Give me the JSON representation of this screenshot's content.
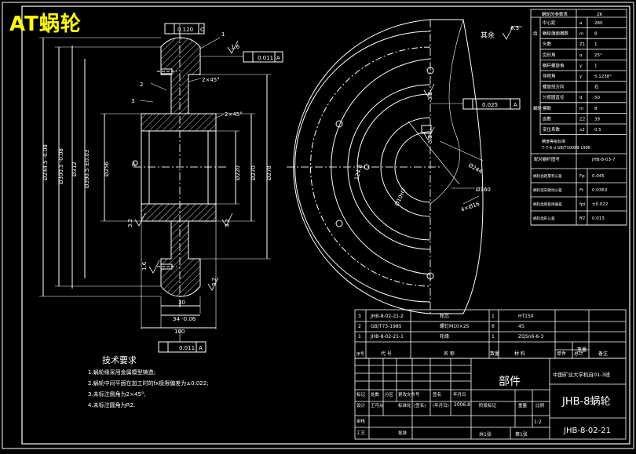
{
  "watermark": "AT蜗轮",
  "drawing": {
    "surface_finish_rest": "其余",
    "roughness_rest": "6.3",
    "leaders": [
      "1",
      "2",
      "3"
    ],
    "callouts": {
      "ra_top": "1.6",
      "cyl_tol": "0.120",
      "cyl_ref": "C",
      "pos_tol": "0.011",
      "pos_ref": "A",
      "bot_tol": "0.011",
      "bot_ref": "A",
      "chamfer1": "2×45°",
      "chamfer2": "2×45°",
      "hub_ra_left": "3.2",
      "hub_ra_right": "3.2",
      "rim_ra_left": "1.6",
      "rim_ra_right": "3.2",
      "right_pos_tol": "0.025",
      "right_pos_ref": "A",
      "right_ra_1": "3.2",
      "right_ra_2": "3.2"
    },
    "dims_vertical": [
      "Ø244.5 -0.08",
      "Ø300.5 -0.08",
      "Ø312",
      "Ø390.5 ±0.03",
      "Ø256",
      "Ø220",
      "Ø270",
      "Ø278"
    ],
    "dims_horizontal": [
      "30",
      "34 -0.06",
      "100"
    ],
    "dims_right": [
      "Ø160",
      "Ø244",
      "4×Ø16",
      "Ø10H7",
      "124.8"
    ]
  },
  "param_table": {
    "title": "蜗轮的参数表",
    "title_value": "ZK",
    "rows": [
      {
        "group": "",
        "name": "中心距",
        "sym": "a",
        "value": "280"
      },
      {
        "group": "齿",
        "name": "蜗轮端面模数",
        "sym": "m",
        "value": "8"
      },
      {
        "group": "",
        "name": "头数",
        "sym": "Z1",
        "value": "1"
      },
      {
        "group": "",
        "name": "齿形角",
        "sym": "α",
        "value": "25°"
      },
      {
        "group": "",
        "name": "蜗杆螺旋角",
        "sym": "γ",
        "value": "1"
      },
      {
        "group": "",
        "name": "导程角",
        "sym": "γ",
        "value": "5.1238°"
      },
      {
        "group": "",
        "name": "螺旋线方向",
        "sym": "",
        "value": "右"
      },
      {
        "group": "",
        "name": "分度圆直径",
        "sym": "d",
        "value": "50"
      },
      {
        "group": "蜗轮",
        "name": "模数",
        "sym": "m",
        "value": "8"
      },
      {
        "group": "",
        "name": "齿数",
        "sym": "Z2",
        "value": "39"
      },
      {
        "group": "",
        "name": "变位系数",
        "sym": "x2",
        "value": "0.5"
      }
    ],
    "accuracy_label": "精度等级标准",
    "accuracy_value": "7-7-6 d GB/T10089-1998",
    "pair_label": "配对蜗杆图号",
    "pair_value": "JHB-8-03-7",
    "tol_rows": [
      {
        "name": "蜗轮齿距累积公差",
        "sym": "Fp",
        "value": "0.045"
      },
      {
        "name": "蜗轮径向跳动公差",
        "sym": "Fr",
        "value": "0.0363"
      },
      {
        "name": "蜗轮齿距极限偏差",
        "sym": "fpt",
        "value": "±0.022"
      },
      {
        "name": "蜗轮齿形公差",
        "sym": "ff2",
        "value": "0.013"
      }
    ]
  },
  "tech_requirements": {
    "title": "技术要求",
    "items": [
      "1.蜗轮缘采用金属模型铸造;",
      "2.蜗轮中间平面在加工时的fx极限偏差为±0.022;",
      "3.未标注倒角为2×45°;",
      "4.未标注圆角为R2."
    ]
  },
  "bom": {
    "rows": [
      {
        "no": "3",
        "code": "JHB-8-02-21-2",
        "name": "轮芯",
        "qty": "1",
        "material": "HT150",
        "note": ""
      },
      {
        "no": "2",
        "code": "GB/T73-1985",
        "name": "螺钉M10×25",
        "qty": "6",
        "material": "45",
        "note": ""
      },
      {
        "no": "1",
        "code": "JHB-8-02-21-1",
        "name": "轮缘",
        "qty": "1",
        "material": "ZQSn6-6-3",
        "note": ""
      }
    ],
    "header": [
      "序号",
      "代 号",
      "名 称",
      "数量",
      "材 料",
      "单件",
      "总计",
      "备注"
    ],
    "header_weight": "重量"
  },
  "title_block": {
    "part_type": "部件",
    "school": "中国矿业大学机自01-3班",
    "drawing_name": "JHB-8蜗轮",
    "drawing_no": "JHB-8-02-21",
    "scale": "1:2",
    "sheets": "共1张",
    "sheet": "第1张",
    "labels": [
      "标记",
      "处数",
      "分区",
      "更改文件号",
      "签名",
      "年月日",
      "设计",
      "王可从",
      "标准化",
      "(签名)",
      "(年月日)",
      "阶段标记",
      "重量",
      "比例",
      "审核",
      "工艺",
      "批准"
    ],
    "date": "2006.8"
  }
}
